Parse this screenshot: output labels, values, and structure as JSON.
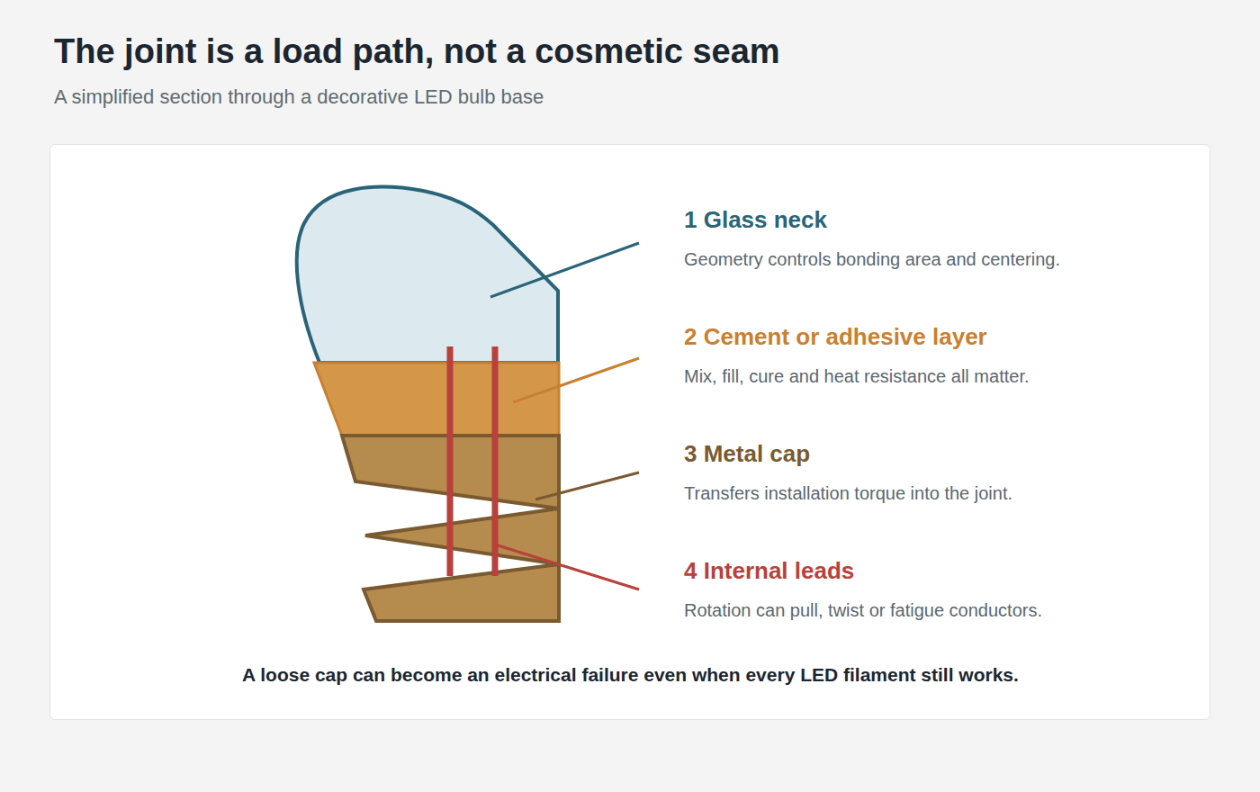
{
  "diagram": {
    "title": "The joint is a load path, not a cosmetic seam",
    "caption": "A simplified section through a decorative LED bulb base",
    "labels": [
      "1 Glass neck",
      "Geometry controls bonding area and centering.",
      "2 Cement or adhesive layer",
      "Mix, fill, cure and heat resistance all matter.",
      "3 Metal cap",
      "Transfers installation torque into the joint.",
      "4 Internal leads",
      "Rotation can pull, twist or fatigue conductors.",
      "A loose cap can become an electrical failure even when every LED filament still works."
    ]
  }
}
